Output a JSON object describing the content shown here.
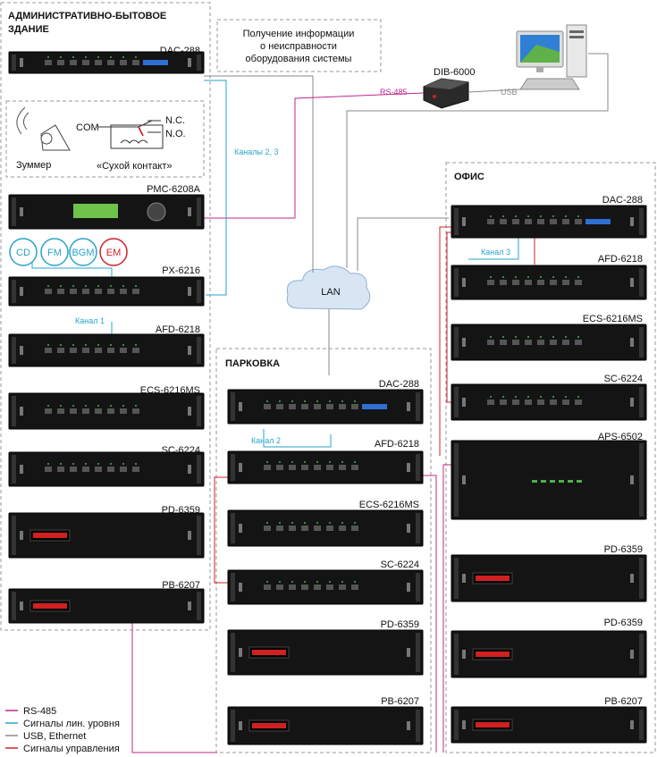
{
  "zones": {
    "admin": {
      "title_line1": "АДМИНИСТРАТИВНО-БЫТОВОЕ",
      "title_line2": "ЗДАНИЕ"
    },
    "parking": {
      "title": "ПАРКОВКА"
    },
    "office": {
      "title": "ОФИС"
    }
  },
  "info_box": {
    "line1": "Получение информации",
    "line2": "о неисправности",
    "line3": "оборудования системы"
  },
  "accessories": {
    "com": "COM",
    "nc": "N.C.",
    "no": "N.O.",
    "buzzer": "Зуммер",
    "dry_contact": "«Сухой контакт»"
  },
  "sources": [
    {
      "label": "CD",
      "color": "#2aa3c9"
    },
    {
      "label": "FM",
      "color": "#2aa3c9"
    },
    {
      "label": "BGM",
      "color": "#2aa3c9"
    },
    {
      "label": "EM",
      "color": "#d0202a"
    }
  ],
  "devices": {
    "admin": [
      "DAC-288",
      "PMC-6208A",
      "PX-6216",
      "AFD-6218",
      "ECS-6216MS",
      "SC-6224",
      "PD-6359",
      "PB-6207"
    ],
    "parking": [
      "DAC-288",
      "AFD-6218",
      "ECS-6216MS",
      "SC-6224",
      "PD-6359",
      "PB-6207"
    ],
    "office": [
      "DAC-288",
      "AFD-6218",
      "ECS-6216MS",
      "SC-6224",
      "APS-6502",
      "PD-6359",
      "PD-6359",
      "PB-6207"
    ]
  },
  "dib": {
    "label": "DIB-6000"
  },
  "lan": {
    "label": "LAN"
  },
  "connection_labels": {
    "rs485": "RS-485",
    "usb": "USB",
    "channels_23": "Каналы 2, 3",
    "channel_1": "Канал 1",
    "channel_2": "Канал 2",
    "channel_3": "Канал 3"
  },
  "legend": [
    {
      "label": "RS-485",
      "color": "#c0288e"
    },
    {
      "label": "Сигналы лин. уровня",
      "color": "#2aa3c9"
    },
    {
      "label": "USB, Ethernet",
      "color": "#8a8a8a"
    },
    {
      "label": "Сигналы управления",
      "color": "#d0202a"
    }
  ]
}
